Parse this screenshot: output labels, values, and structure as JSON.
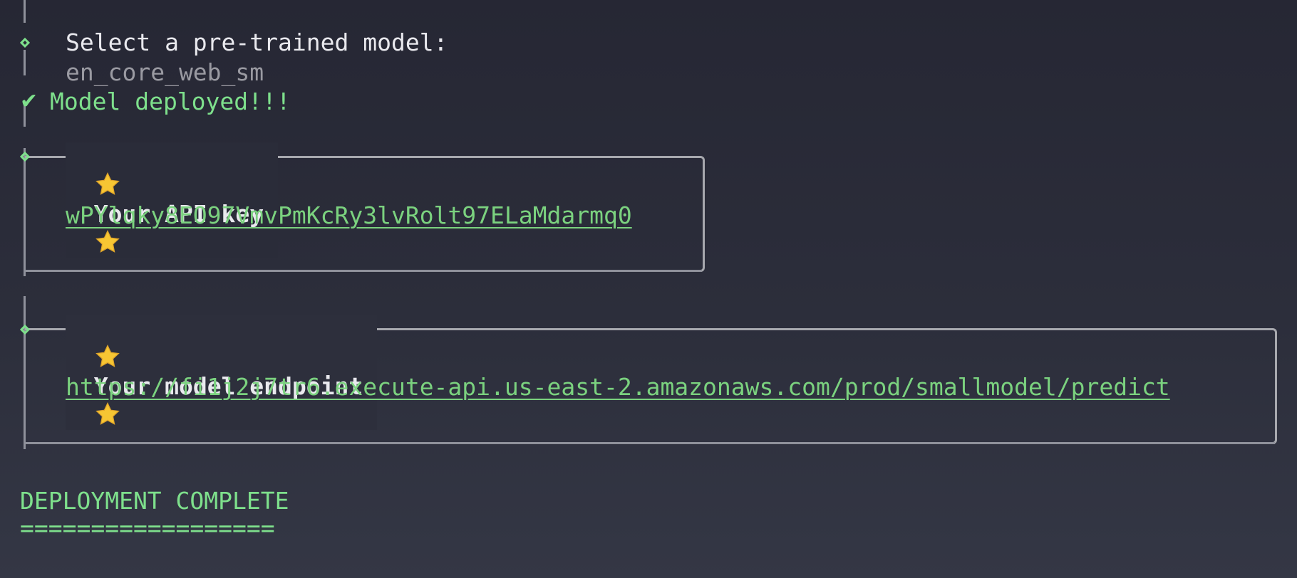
{
  "prompt": {
    "question": "Select a pre-trained model:",
    "answer": "en_core_web_sm"
  },
  "status": {
    "check_icon": "check-mark",
    "message": "Model deployed!!!"
  },
  "api_key_section": {
    "title": "Your API key",
    "icon": "star",
    "value": "wPYlqky8EO97VmvPmKcRy3lvRolt97ELaMdarmq0"
  },
  "endpoint_section": {
    "title": "Your model endpoint",
    "icon": "star",
    "value": "https://fi1j2j7tr6.execute-api.us-east-2.amazonaws.com/prod/smallmodel/predict"
  },
  "footer": {
    "title": "DEPLOYMENT COMPLETE",
    "underline": "=================="
  },
  "colors": {
    "background": "#2c2e3b",
    "accent_green": "#7ee08c",
    "link_green": "#7bd27f",
    "border_gray": "#a7a8ae"
  }
}
